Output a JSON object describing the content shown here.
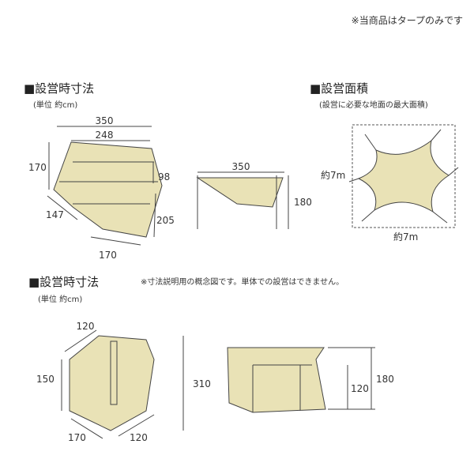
{
  "note_top": "※当商品はタープのみです",
  "section1": {
    "title": "■設営時寸法",
    "unit": "(単位 約cm)",
    "dims": {
      "top_outer": "350",
      "top_inner": "248",
      "left": "170",
      "right_inner": "98",
      "bottom_left": "147",
      "bottom": "170",
      "bottom_right": "205"
    },
    "side_view": {
      "width": "350",
      "height": "180"
    }
  },
  "section2": {
    "title": "■設営面積",
    "subtitle": "(設営に必要な地面の最大面積)",
    "height_label": "約7m",
    "width_label": "約7m"
  },
  "section3": {
    "title": "■設営時寸法",
    "note": "※寸法説明用の概念図です。単体での設営はできません。",
    "unit": "(単位 約cm)",
    "dims": {
      "top": "120",
      "left": "150",
      "bottom_left": "170",
      "bottom_right": "120",
      "right": "310"
    },
    "side_view": {
      "inner_height": "120",
      "outer_height": "180"
    }
  }
}
